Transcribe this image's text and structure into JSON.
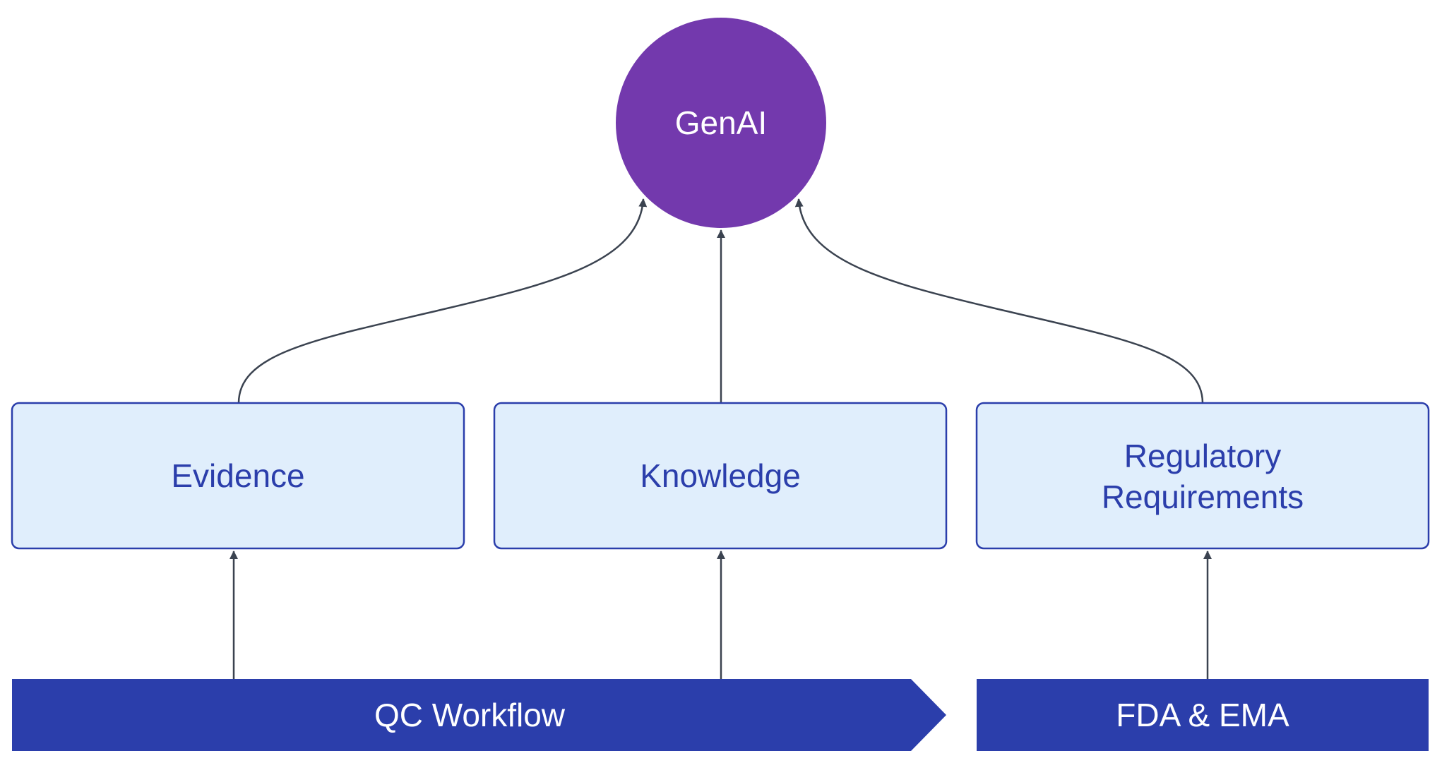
{
  "diagram": {
    "nodes": {
      "genai": {
        "label": "GenAI"
      },
      "evidence": {
        "label": "Evidence"
      },
      "knowledge": {
        "label": "Knowledge"
      },
      "regulatory": {
        "label_line1": "Regulatory",
        "label_line2": "Requirements"
      },
      "qc_workflow": {
        "label": "QC Workflow"
      },
      "fda_ema": {
        "label": "FDA & EMA"
      }
    },
    "edges": [
      {
        "from": "evidence",
        "to": "genai"
      },
      {
        "from": "knowledge",
        "to": "genai"
      },
      {
        "from": "regulatory",
        "to": "genai"
      },
      {
        "from": "qc_workflow",
        "to": "evidence"
      },
      {
        "from": "qc_workflow",
        "to": "knowledge"
      },
      {
        "from": "fda_ema",
        "to": "regulatory"
      }
    ],
    "colors": {
      "genai_fill": "#7339ad",
      "genai_text": "#ffffff",
      "box_fill": "#e0eefc",
      "box_stroke": "#2b3eab",
      "box_text": "#2b3eab",
      "banner_fill": "#2b3eab",
      "banner_text": "#ffffff",
      "edge": "#3b4350"
    }
  }
}
